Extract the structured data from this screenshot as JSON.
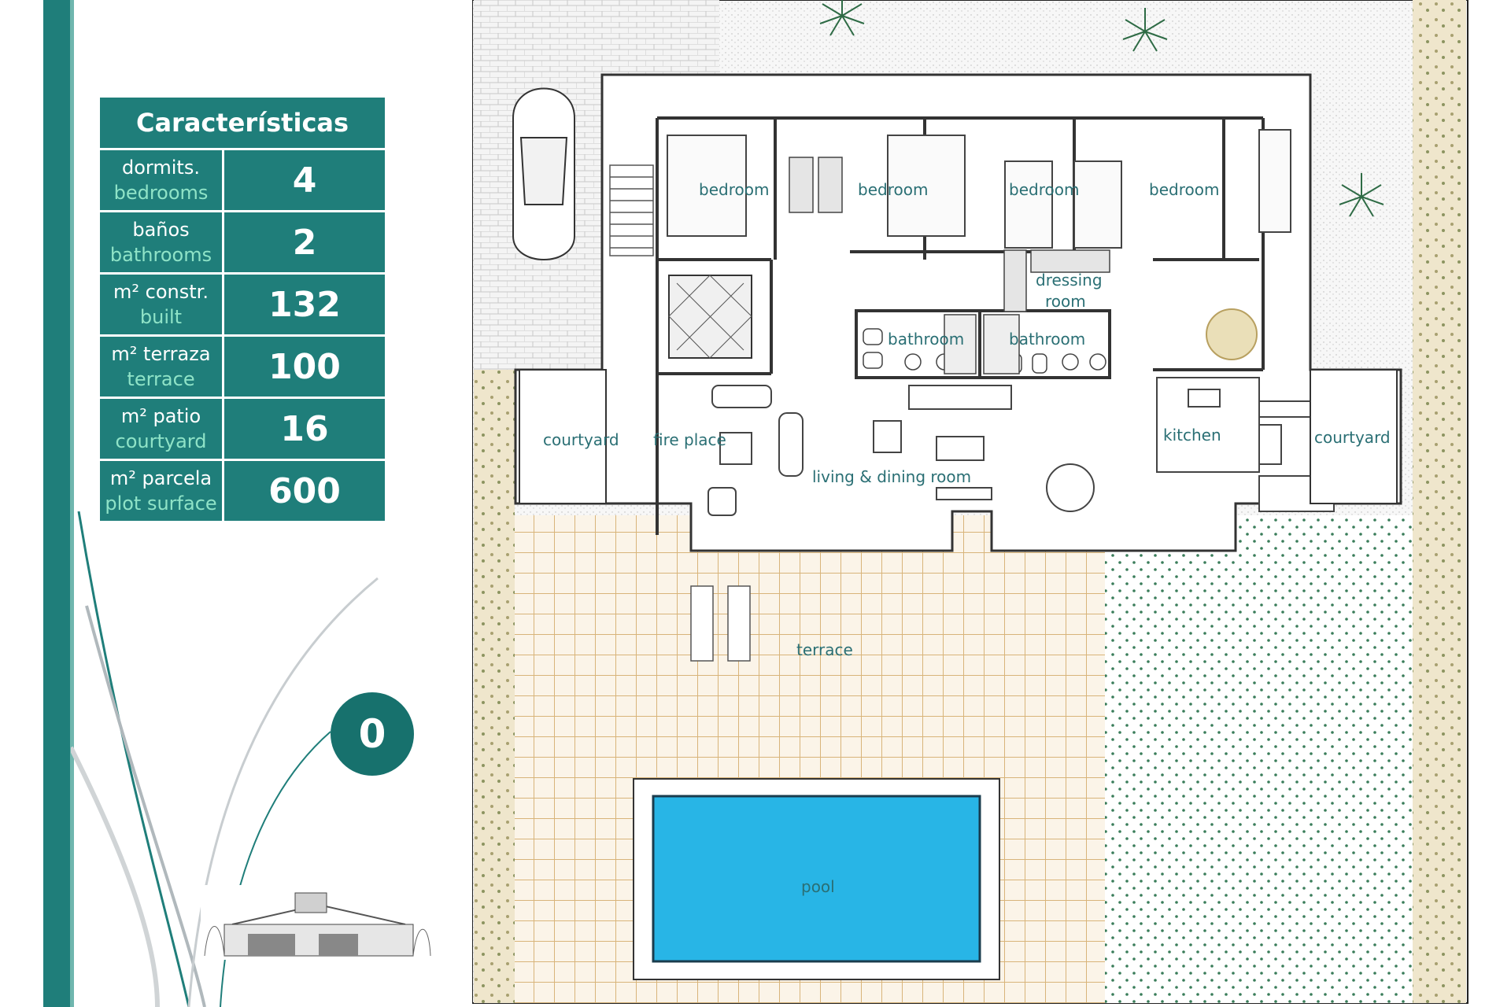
{
  "panel": {
    "title": "Características",
    "rows": [
      {
        "es": "dormits.",
        "en": "bedrooms",
        "value": "4"
      },
      {
        "es": "baños",
        "en": "bathrooms",
        "value": "2"
      },
      {
        "es": "m² constr.",
        "en": "built",
        "value": "132"
      },
      {
        "es": "m² terraza",
        "en": "terrace",
        "value": "100"
      },
      {
        "es": "m² patio",
        "en": "courtyard",
        "value": "16"
      },
      {
        "es": "m² parcela",
        "en": "plot surface",
        "value": "600"
      }
    ]
  },
  "badge": "0",
  "plan_labels": {
    "bedroom_1": "bedroom",
    "bedroom_2": "bedroom",
    "bedroom_3": "bedroom",
    "bedroom_4": "bedroom",
    "dressing_1": "dressing",
    "dressing_2": "room",
    "bathroom_1": "bathroom",
    "bathroom_2": "bathroom",
    "courtyard_left": "courtyard",
    "fire_place": "fire place",
    "kitchen": "kitchen",
    "courtyard_right": "courtyard",
    "living": "living & dining room",
    "terrace": "terrace",
    "pool": "pool"
  },
  "colors": {
    "teal": "#1f7e7a",
    "pool": "#28b5e6",
    "terrace_grid": "#d8b47a"
  }
}
